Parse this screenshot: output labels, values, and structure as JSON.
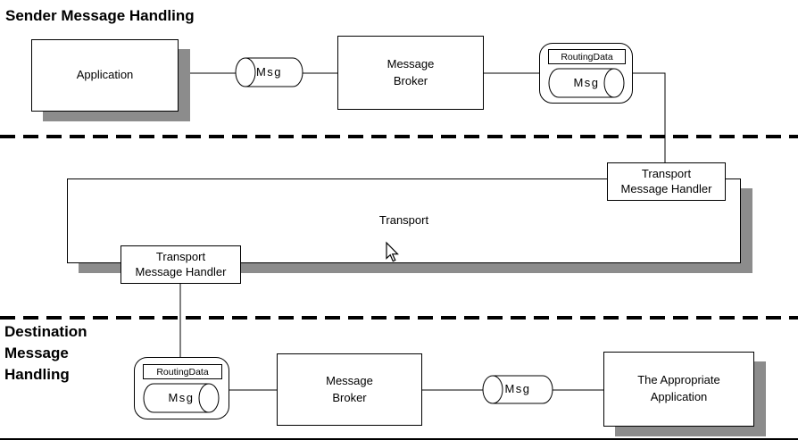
{
  "titles": {
    "sender": "Sender Message Handling",
    "destination": "Destination\nMessage\nHandling"
  },
  "nodes": {
    "application": {
      "label": "Application"
    },
    "msg_sender": {
      "label": "Msg"
    },
    "broker_sender": {
      "label": "Message\nBroker"
    },
    "routing_sender": {
      "header": "RoutingData",
      "body": "Msg"
    },
    "tmh_right": {
      "label": "Transport\nMessage Handler"
    },
    "transport": {
      "label": "Transport"
    },
    "tmh_left": {
      "label": "Transport\nMessage Handler"
    },
    "routing_dest": {
      "header": "RoutingData",
      "body": "Msg"
    },
    "broker_dest": {
      "label": "Message\nBroker"
    },
    "msg_dest": {
      "label": "Msg"
    },
    "dest_app": {
      "label": "The Appropriate\nApplication"
    }
  },
  "cursor": {
    "icon": "arrow-pointer"
  },
  "colors": {
    "shadow": "#8c8c8c",
    "stroke": "#000000",
    "canvas": "#ffffff"
  }
}
